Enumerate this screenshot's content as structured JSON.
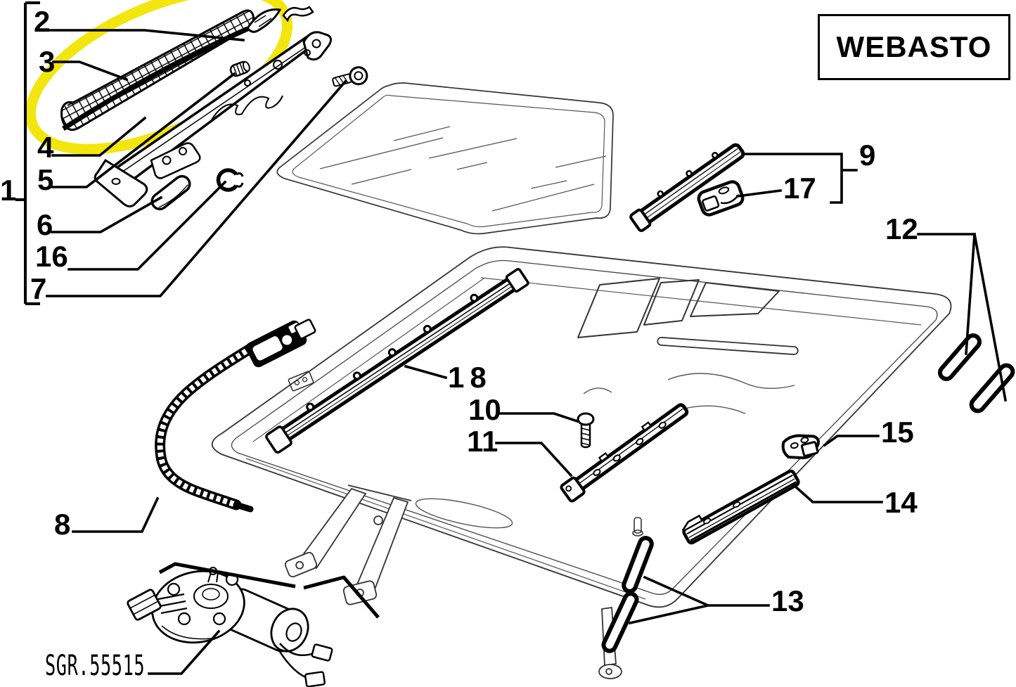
{
  "brand": {
    "label": "WEBASTO"
  },
  "part_code": {
    "label": "SGR.55515"
  },
  "callouts": {
    "c1": "1",
    "c2": "2",
    "c3": "3",
    "c4": "4",
    "c5": "5",
    "c6": "6",
    "c7": "7",
    "c8": "8",
    "c9": "9",
    "c10": "10",
    "c11": "11",
    "c12": "12",
    "c13": "13",
    "c14": "14",
    "c15": "15",
    "c16": "16",
    "c17": "17",
    "c18": "18"
  },
  "colors": {
    "background": "#ffffff",
    "line": "#000000",
    "highlight": "#f2e60e"
  }
}
